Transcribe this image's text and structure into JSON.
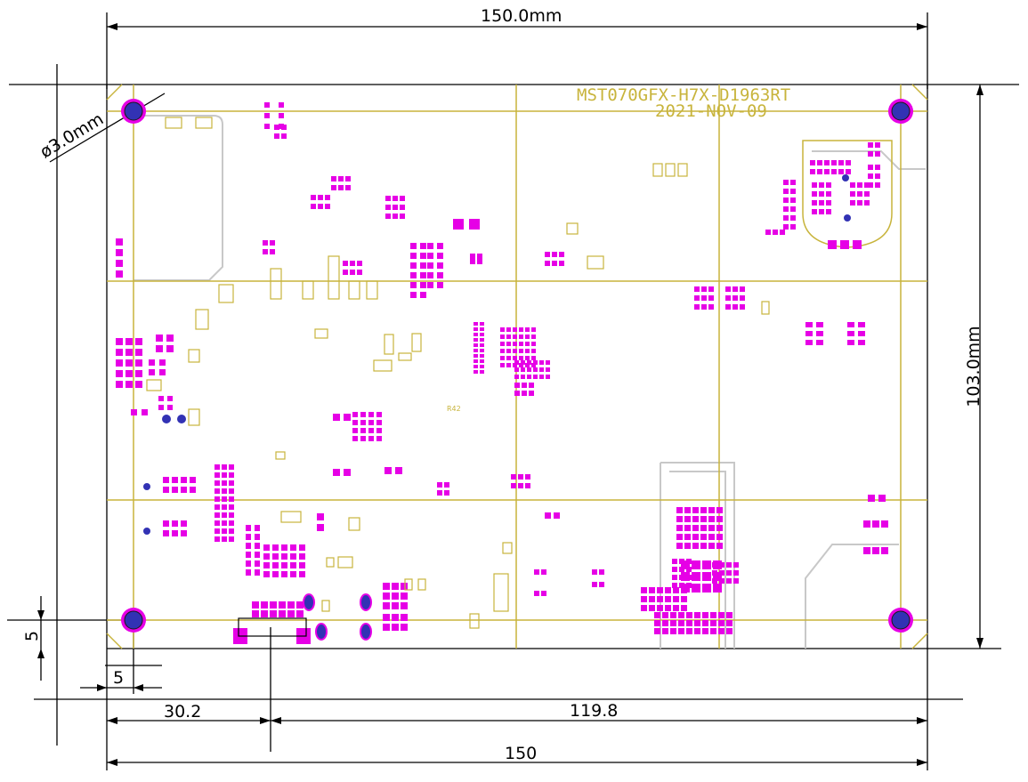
{
  "dimensions": {
    "top_width": "150.0mm",
    "height": "103.0mm",
    "hole_diameter": "ø3.0mm",
    "hole_offset_y": "5",
    "hole_offset_x": "5",
    "connector_offset": "30.2",
    "connector_to_edge": "119.8",
    "bottom_width": "150"
  },
  "board": {
    "model_label": "MST070GFX-H7X-D1963RT",
    "date_label": "2021-NOV-09"
  },
  "refdes": {
    "r42": "R42"
  },
  "colors": {
    "outline": "#000000",
    "silkscreen": "#c8b43c",
    "pad": "#e600e6",
    "hole_fill": "#3232b4",
    "board_edge_grey": "#c8c8c8"
  }
}
